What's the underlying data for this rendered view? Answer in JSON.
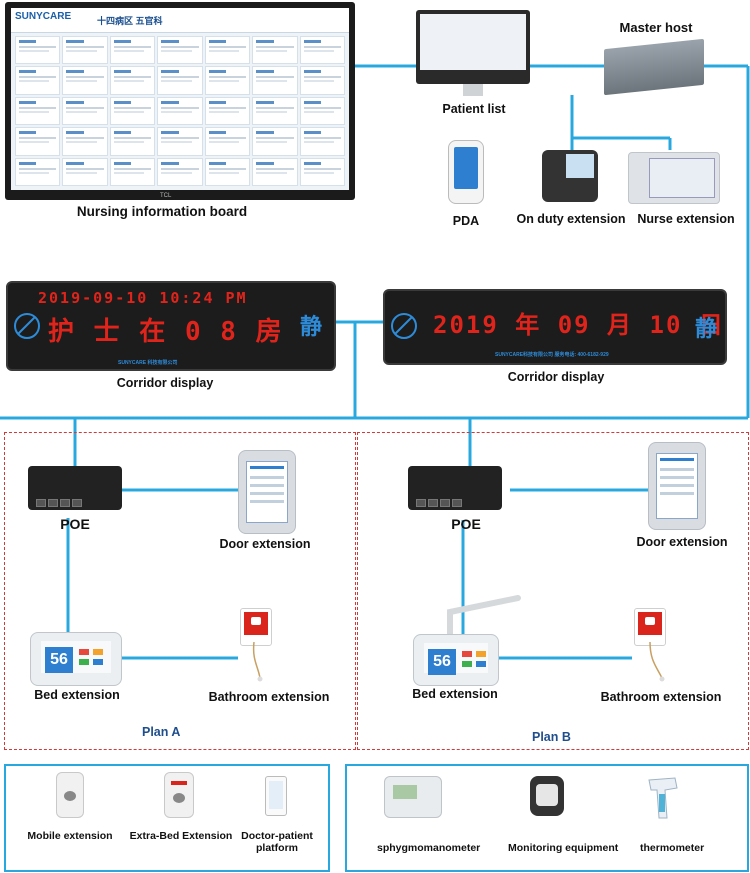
{
  "labels": {
    "nursing_board": "Nursing information board",
    "patient_list": "Patient list",
    "master_host": "Master host",
    "pda": "PDA",
    "on_duty": "On duty extension",
    "nurse": "Nurse extension",
    "corridor_left": "Corridor display",
    "corridor_right": "Corridor display",
    "poe_a": "POE",
    "poe_b": "POE",
    "door_a": "Door extension",
    "door_b": "Door extension",
    "bed_a": "Bed extension",
    "bed_b": "Bed extension",
    "bath_a": "Bathroom extension",
    "bath_b": "Bathroom extension",
    "plan_a": "Plan A",
    "plan_b": "Plan B",
    "mobile": "Mobile extension",
    "extra_bed": "Extra-Bed Extension",
    "doctor_patient": "Doctor-patient platform",
    "sphyg": "sphygmomanometer",
    "monitoring": "Monitoring equipment",
    "thermo": "thermometer"
  },
  "board": {
    "logo": "SUNYCARE",
    "ward": "十四病区  五官科",
    "brand": "TCL"
  },
  "corridor_left": {
    "line1": "2019-09-10    10:24  PM",
    "line2": "护 士 在 0 8 房",
    "side": "静",
    "caption": "SUNYCARE 科技有限公司"
  },
  "corridor_right": {
    "line1": "2019 年 09 月 10 日",
    "side": "静",
    "caption": "SUNYCARE科技有限公司  服务电话: 400-6182-929"
  },
  "bed_number": "56",
  "colors": {
    "link_blue": "#29a8df",
    "frame_red": "#d23a3a",
    "plan_blue": "#1f4e8c",
    "led_red": "#e0241b"
  }
}
